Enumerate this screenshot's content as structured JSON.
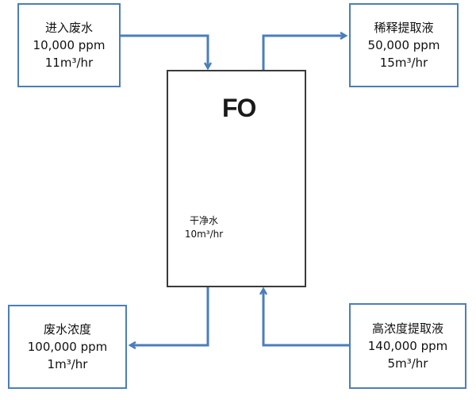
{
  "inlet": {
    "name": "进入废水",
    "concentration": "10,000 ppm",
    "flow": "11m³/hr"
  },
  "dilute": {
    "name": "稀释提取液",
    "concentration": "50,000 ppm",
    "flow": "15m³/hr"
  },
  "concentrate": {
    "name": "废水浓度",
    "concentration": "100,000 ppm",
    "flow": "1m³/hr"
  },
  "draw": {
    "name": "高浓度提取液",
    "concentration": "140,000 ppm",
    "flow": "5m³/hr"
  },
  "fo": {
    "title": "FO"
  },
  "clean": {
    "name": "干净水",
    "flow": "10m³/hr"
  },
  "colors": {
    "arrow": "#4a7ebb",
    "border": "#4a7ebb",
    "unit_border": "#3a3a3a"
  }
}
